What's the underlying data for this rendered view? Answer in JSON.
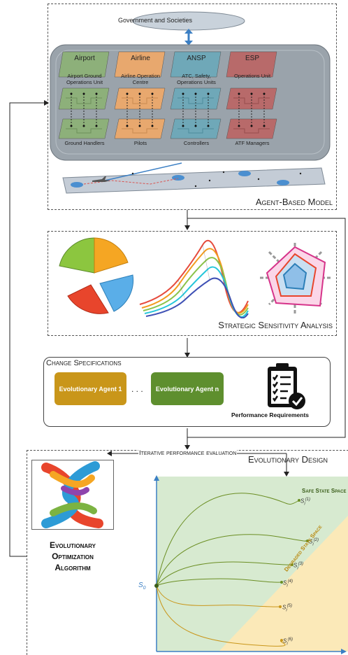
{
  "abm": {
    "government": "Government and Societies",
    "columns": [
      {
        "title": "Airport",
        "unit": "Airport Ground Operations Unit",
        "bottom": "Ground Handlers",
        "color": "#8db07a",
        "dark": "#6d8f5a"
      },
      {
        "title": "Airline",
        "unit": "Airline Operation Centre",
        "bottom": "Pilots",
        "color": "#e8a86e",
        "dark": "#c98a50"
      },
      {
        "title": "ANSP",
        "unit": "ATC, Safety, Operations Units",
        "bottom": "Controllers",
        "color": "#6fa8b8",
        "dark": "#4d8b9c"
      },
      {
        "title": "ESP",
        "unit": "Operations Unit",
        "bottom": "ATF Managers",
        "color": "#b86a6a",
        "dark": "#964c4c"
      }
    ],
    "label": "Agent-Based Model"
  },
  "ssa": {
    "label": "Strategic Sensitivity Analysis"
  },
  "change": {
    "title": "Change Specifications",
    "agent1": "Evolutionary Agent 1",
    "dots": ". . .",
    "agentn": "Evolutionary Agent n",
    "perf": "Performance Requirements"
  },
  "design": {
    "label": "Evolutionary Design",
    "algo_line1": "Evolutionary",
    "algo_line2": "Optimization",
    "algo_line3": "Algorithm",
    "iter": "Iterative performance evaluation",
    "safe": "Safe State Space",
    "degraded": "Degraded State Space",
    "s0": "S",
    "s0_sub": "0",
    "states": [
      "(1)",
      "(2)",
      "(3)",
      "(4)",
      "(5)",
      "(6)"
    ]
  },
  "colors": {
    "panel": "#9aa3ab",
    "safe": "#d7ead0",
    "degraded": "#fbe9b8",
    "axis": "#3b7fc4"
  }
}
